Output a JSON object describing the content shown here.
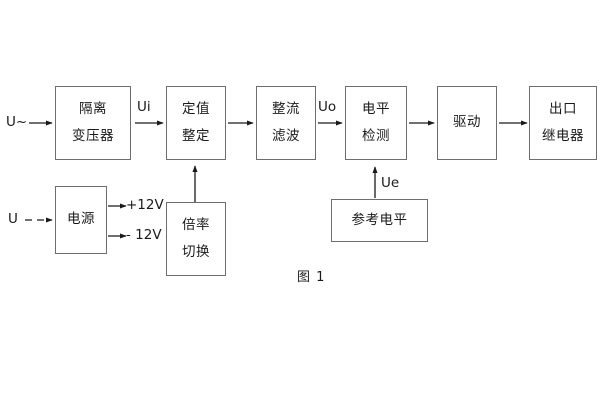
{
  "figure": {
    "caption": "图 1",
    "line_color": "#6e6e6e",
    "text_color": "#1a1a1a",
    "background": "#ffffff"
  },
  "blocks": {
    "isolation_transformer": {
      "line1": "隔离",
      "line2": "变压器"
    },
    "setting_value": {
      "line1": "定值",
      "line2": "整定"
    },
    "rectify_filter": {
      "line1": "整流",
      "line2": "滤波"
    },
    "level_detect": {
      "line1": "电平",
      "line2": "检测"
    },
    "drive": {
      "line1": "驱动"
    },
    "output_relay": {
      "line1": "出口",
      "line2": "继电器"
    },
    "power_supply": {
      "line1": "电源"
    },
    "multiplier_switch": {
      "line1": "倍率",
      "line2": "切换"
    },
    "reference_level": {
      "line1": "参考电平"
    }
  },
  "signals": {
    "input_ac": "U~",
    "input_dc": "U",
    "ui": "Ui",
    "uo": "Uo",
    "ue": "Ue",
    "rail_pos": "+12V",
    "rail_neg": "- 12V"
  }
}
